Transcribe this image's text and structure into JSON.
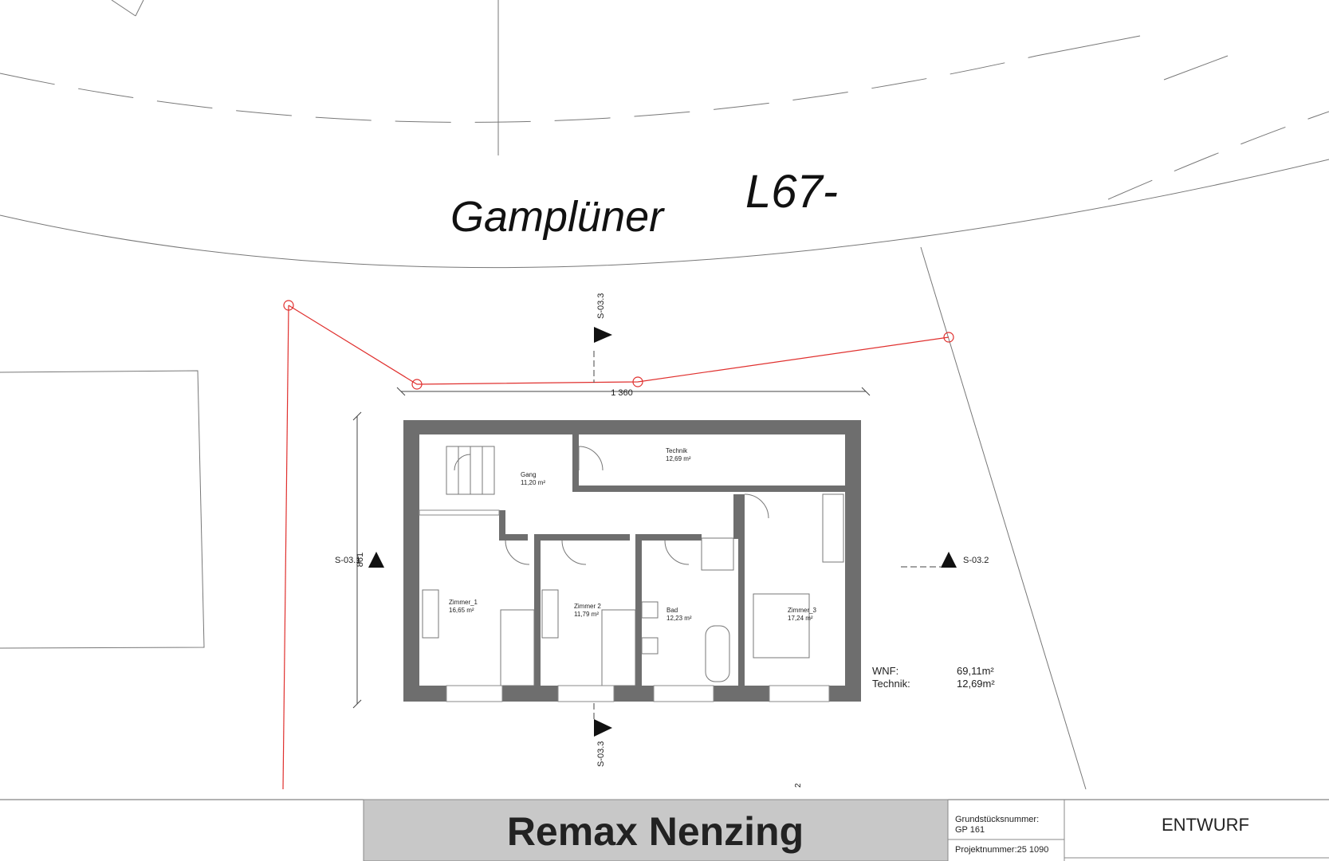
{
  "street": {
    "name": "Gamplüner",
    "road_number": "L67-"
  },
  "dimensions": {
    "width": "1 360",
    "height": "861"
  },
  "sections": {
    "top": "S-03.3",
    "bottom": "S-03.3",
    "left": "S-03.1",
    "right": "S-03.2"
  },
  "rooms": [
    {
      "name": "Gang",
      "area": "11,20 m²"
    },
    {
      "name": "Technik",
      "area": "12,69 m²"
    },
    {
      "name": "Zimmer_1",
      "area": "16,65 m²"
    },
    {
      "name": "Zimmer 2",
      "area": "11,79 m²"
    },
    {
      "name": "Bad",
      "area": "12,23 m²"
    },
    {
      "name": "Zimmer_3",
      "area": "17,24 m²"
    }
  ],
  "summary": {
    "wnf_label": "WNF:",
    "wnf_value": "69,11m²",
    "technik_label": "Technik:",
    "technik_value": "12,69m²"
  },
  "page_number": "2",
  "title_block": {
    "project_title": "Remax Nenzing",
    "parcel_label": "Grundstücksnummer:",
    "parcel_value": "GP 161",
    "project_number": "Projektnummer:25 1090",
    "status": "ENTWURF"
  },
  "colors": {
    "boundary_red": "#e0302e",
    "wall_grey": "#6e6e6e",
    "title_bg": "#c8c8c8"
  }
}
